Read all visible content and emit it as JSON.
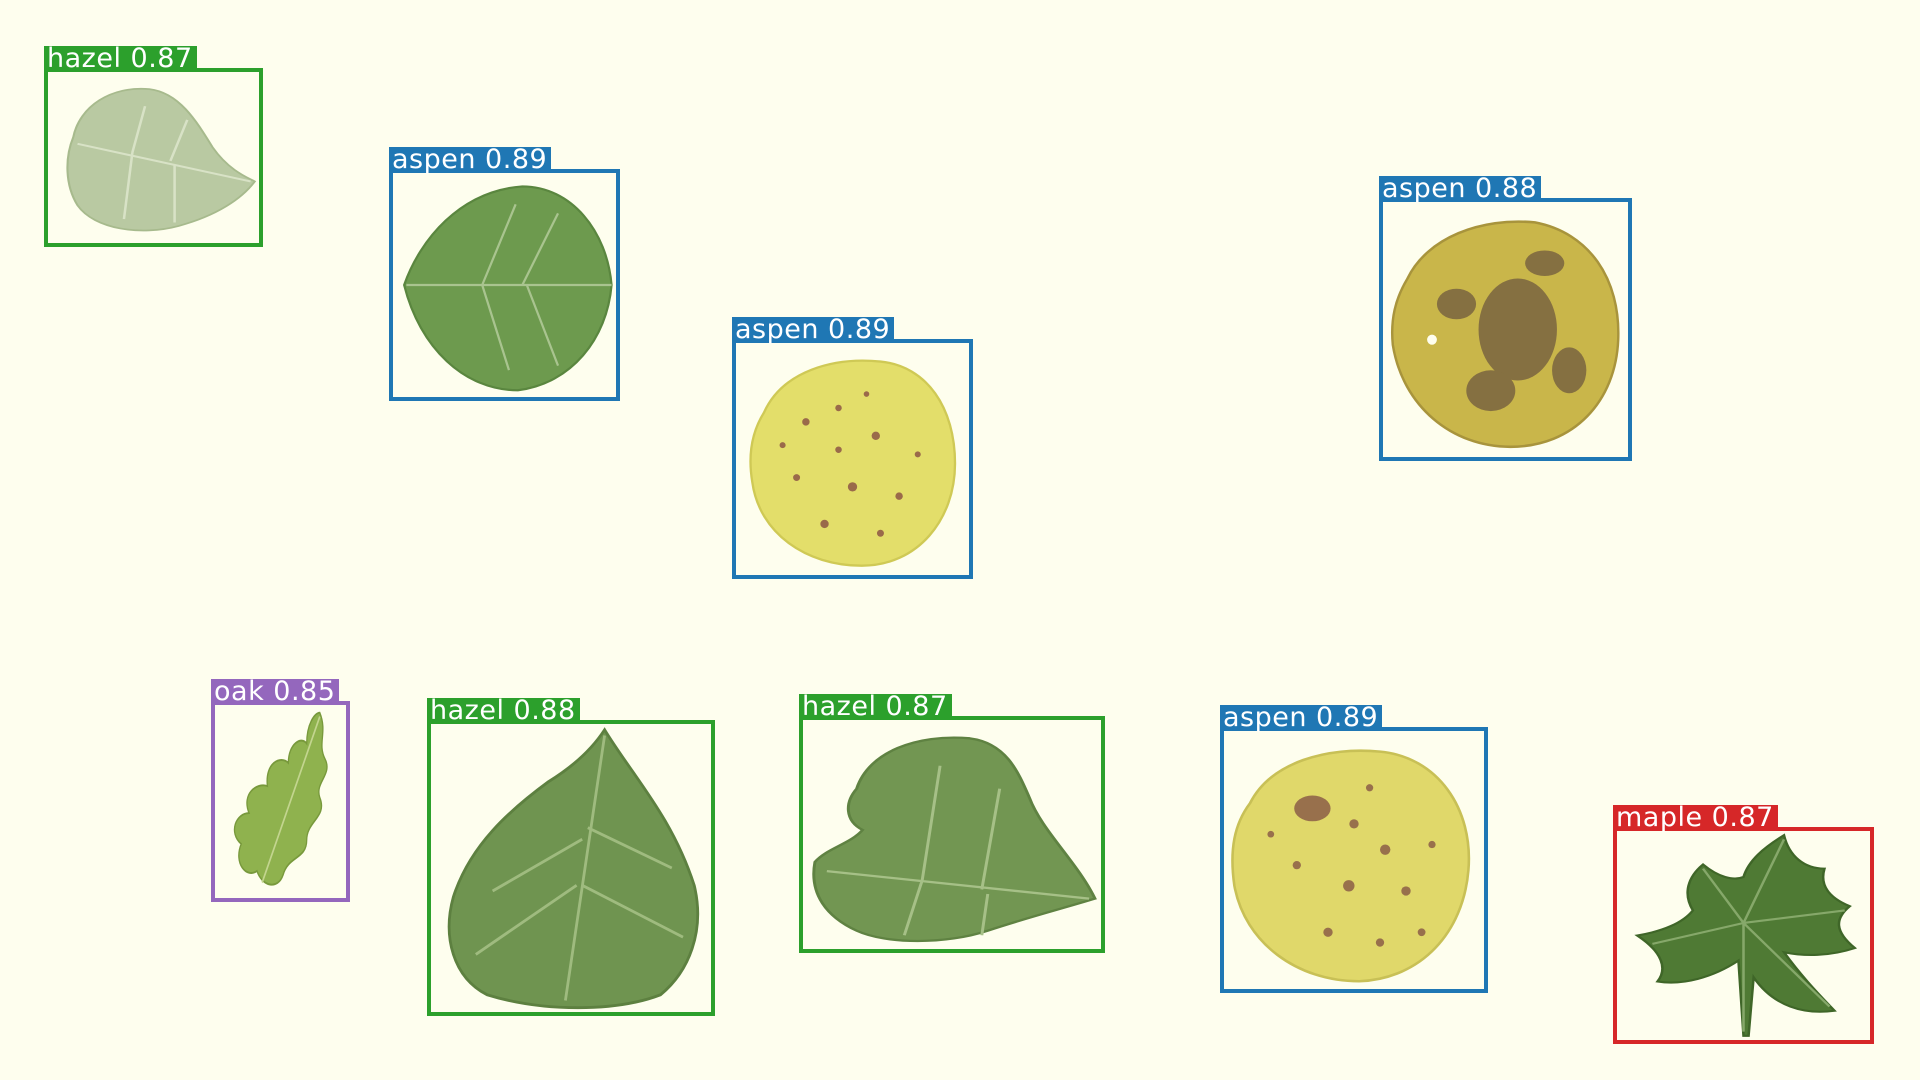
{
  "detections": [
    {
      "label": "hazel 0.87",
      "class": "hazel",
      "color": "#2ca02c"
    },
    {
      "label": "aspen 0.89",
      "class": "aspen",
      "color": "#1f77b4"
    },
    {
      "label": "aspen 0.89",
      "class": "aspen",
      "color": "#1f77b4"
    },
    {
      "label": "aspen 0.88",
      "class": "aspen",
      "color": "#1f77b4"
    },
    {
      "label": "oak 0.85",
      "class": "oak",
      "color": "#9467bd"
    },
    {
      "label": "hazel 0.88",
      "class": "hazel",
      "color": "#2ca02c"
    },
    {
      "label": "hazel 0.87",
      "class": "hazel",
      "color": "#2ca02c"
    },
    {
      "label": "aspen 0.89",
      "class": "aspen",
      "color": "#1f77b4"
    },
    {
      "label": "maple 0.87",
      "class": "maple",
      "color": "#d62728"
    }
  ],
  "background_color": "#fefeee"
}
